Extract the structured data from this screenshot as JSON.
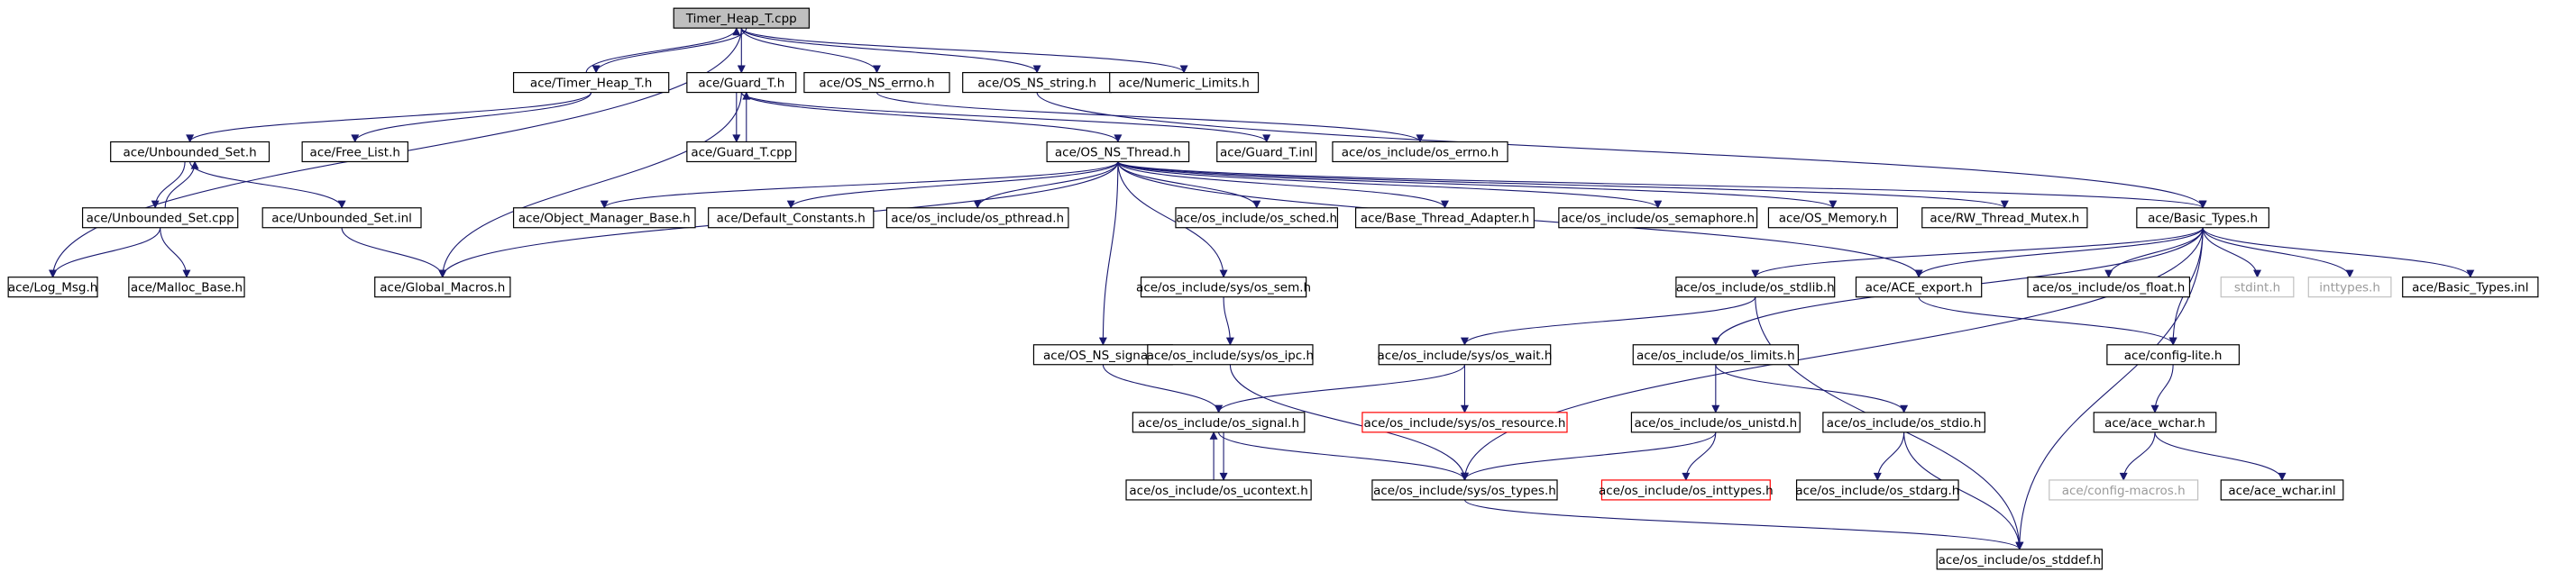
{
  "graph": {
    "nodes": [
      {
        "id": "timer_heap_cpp",
        "label": "Timer_Heap_T.cpp",
        "style": "root"
      },
      {
        "id": "timer_heap_h",
        "label": "ace/Timer_Heap_T.h",
        "style": "normal"
      },
      {
        "id": "guard_h",
        "label": "ace/Guard_T.h",
        "style": "normal"
      },
      {
        "id": "os_ns_errno",
        "label": "ace/OS_NS_errno.h",
        "style": "normal"
      },
      {
        "id": "os_ns_string",
        "label": "ace/OS_NS_string.h",
        "style": "normal"
      },
      {
        "id": "numeric_limits",
        "label": "ace/Numeric_Limits.h",
        "style": "normal"
      },
      {
        "id": "unbounded_set_h",
        "label": "ace/Unbounded_Set.h",
        "style": "normal"
      },
      {
        "id": "free_list",
        "label": "ace/Free_List.h",
        "style": "normal"
      },
      {
        "id": "guard_cpp",
        "label": "ace/Guard_T.cpp",
        "style": "normal"
      },
      {
        "id": "os_ns_thread",
        "label": "ace/OS_NS_Thread.h",
        "style": "normal"
      },
      {
        "id": "guard_inl",
        "label": "ace/Guard_T.inl",
        "style": "normal"
      },
      {
        "id": "os_errno",
        "label": "ace/os_include/os_errno.h",
        "style": "normal"
      },
      {
        "id": "unbounded_set_cpp",
        "label": "ace/Unbounded_Set.cpp",
        "style": "normal"
      },
      {
        "id": "unbounded_set_inl",
        "label": "ace/Unbounded_Set.inl",
        "style": "normal"
      },
      {
        "id": "object_manager_base",
        "label": "ace/Object_Manager_Base.h",
        "style": "normal"
      },
      {
        "id": "default_constants",
        "label": "ace/Default_Constants.h",
        "style": "normal"
      },
      {
        "id": "os_pthread",
        "label": "ace/os_include/os_pthread.h",
        "style": "normal"
      },
      {
        "id": "os_sched",
        "label": "ace/os_include/os_sched.h",
        "style": "normal"
      },
      {
        "id": "base_thread_adapter",
        "label": "ace/Base_Thread_Adapter.h",
        "style": "normal"
      },
      {
        "id": "os_semaphore",
        "label": "ace/os_include/os_semaphore.h",
        "style": "normal"
      },
      {
        "id": "os_memory",
        "label": "ace/OS_Memory.h",
        "style": "normal"
      },
      {
        "id": "rw_thread_mutex",
        "label": "ace/RW_Thread_Mutex.h",
        "style": "normal"
      },
      {
        "id": "basic_types_h",
        "label": "ace/Basic_Types.h",
        "style": "normal"
      },
      {
        "id": "log_msg",
        "label": "ace/Log_Msg.h",
        "style": "normal"
      },
      {
        "id": "malloc_base",
        "label": "ace/Malloc_Base.h",
        "style": "normal"
      },
      {
        "id": "global_macros",
        "label": "ace/Global_Macros.h",
        "style": "normal"
      },
      {
        "id": "os_sem",
        "label": "ace/os_include/sys/os_sem.h",
        "style": "normal"
      },
      {
        "id": "os_stdlib",
        "label": "ace/os_include/os_stdlib.h",
        "style": "normal"
      },
      {
        "id": "ace_export",
        "label": "ace/ACE_export.h",
        "style": "normal"
      },
      {
        "id": "os_float",
        "label": "ace/os_include/os_float.h",
        "style": "normal"
      },
      {
        "id": "stdint",
        "label": "stdint.h",
        "style": "gray"
      },
      {
        "id": "inttypes",
        "label": "inttypes.h",
        "style": "gray"
      },
      {
        "id": "basic_types_inl",
        "label": "ace/Basic_Types.inl",
        "style": "normal"
      },
      {
        "id": "os_ns_signal",
        "label": "ace/OS_NS_signal.h",
        "style": "normal"
      },
      {
        "id": "os_ipc",
        "label": "ace/os_include/sys/os_ipc.h",
        "style": "normal"
      },
      {
        "id": "os_wait",
        "label": "ace/os_include/sys/os_wait.h",
        "style": "normal"
      },
      {
        "id": "os_limits",
        "label": "ace/os_include/os_limits.h",
        "style": "normal"
      },
      {
        "id": "config_lite",
        "label": "ace/config-lite.h",
        "style": "normal"
      },
      {
        "id": "os_signal",
        "label": "ace/os_include/os_signal.h",
        "style": "normal"
      },
      {
        "id": "os_resource",
        "label": "ace/os_include/sys/os_resource.h",
        "style": "red"
      },
      {
        "id": "os_unistd",
        "label": "ace/os_include/os_unistd.h",
        "style": "normal"
      },
      {
        "id": "os_stdio",
        "label": "ace/os_include/os_stdio.h",
        "style": "normal"
      },
      {
        "id": "ace_wchar_h",
        "label": "ace/ace_wchar.h",
        "style": "normal"
      },
      {
        "id": "os_ucontext",
        "label": "ace/os_include/os_ucontext.h",
        "style": "normal"
      },
      {
        "id": "os_types",
        "label": "ace/os_include/sys/os_types.h",
        "style": "normal"
      },
      {
        "id": "os_inttypes",
        "label": "ace/os_include/os_inttypes.h",
        "style": "red"
      },
      {
        "id": "os_stdarg",
        "label": "ace/os_include/os_stdarg.h",
        "style": "normal"
      },
      {
        "id": "config_macros",
        "label": "ace/config-macros.h",
        "style": "gray"
      },
      {
        "id": "ace_wchar_inl",
        "label": "ace/ace_wchar.inl",
        "style": "normal"
      },
      {
        "id": "os_stddef",
        "label": "ace/os_include/os_stddef.h",
        "style": "normal"
      }
    ],
    "edges": [
      [
        "timer_heap_cpp",
        "timer_heap_h"
      ],
      [
        "timer_heap_h",
        "timer_heap_cpp"
      ],
      [
        "timer_heap_cpp",
        "guard_h"
      ],
      [
        "timer_heap_cpp",
        "os_ns_errno"
      ],
      [
        "timer_heap_cpp",
        "os_ns_string"
      ],
      [
        "timer_heap_cpp",
        "numeric_limits"
      ],
      [
        "timer_heap_cpp",
        "log_msg"
      ],
      [
        "timer_heap_h",
        "unbounded_set_h"
      ],
      [
        "timer_heap_h",
        "free_list"
      ],
      [
        "guard_h",
        "guard_cpp"
      ],
      [
        "guard_cpp",
        "guard_h"
      ],
      [
        "guard_h",
        "os_ns_thread"
      ],
      [
        "guard_h",
        "guard_inl"
      ],
      [
        "guard_h",
        "global_macros"
      ],
      [
        "os_ns_errno",
        "os_errno"
      ],
      [
        "os_ns_string",
        "basic_types_h"
      ],
      [
        "unbounded_set_h",
        "unbounded_set_cpp"
      ],
      [
        "unbounded_set_cpp",
        "unbounded_set_h"
      ],
      [
        "unbounded_set_h",
        "unbounded_set_inl"
      ],
      [
        "unbounded_set_cpp",
        "log_msg"
      ],
      [
        "unbounded_set_cpp",
        "malloc_base"
      ],
      [
        "unbounded_set_inl",
        "global_macros"
      ],
      [
        "os_ns_thread",
        "object_manager_base"
      ],
      [
        "os_ns_thread",
        "default_constants"
      ],
      [
        "os_ns_thread",
        "os_pthread"
      ],
      [
        "os_ns_thread",
        "os_sched"
      ],
      [
        "os_ns_thread",
        "base_thread_adapter"
      ],
      [
        "os_ns_thread",
        "os_semaphore"
      ],
      [
        "os_ns_thread",
        "os_memory"
      ],
      [
        "os_ns_thread",
        "rw_thread_mutex"
      ],
      [
        "os_ns_thread",
        "basic_types_h"
      ],
      [
        "os_ns_thread",
        "ace_export"
      ],
      [
        "os_ns_thread",
        "global_macros"
      ],
      [
        "os_ns_thread",
        "os_sem"
      ],
      [
        "os_ns_thread",
        "os_ns_signal"
      ],
      [
        "basic_types_h",
        "os_stdlib"
      ],
      [
        "basic_types_h",
        "ace_export"
      ],
      [
        "basic_types_h",
        "os_float"
      ],
      [
        "basic_types_h",
        "stdint"
      ],
      [
        "basic_types_h",
        "inttypes"
      ],
      [
        "basic_types_h",
        "basic_types_inl"
      ],
      [
        "basic_types_h",
        "os_limits"
      ],
      [
        "basic_types_h",
        "config_lite"
      ],
      [
        "basic_types_h",
        "os_types"
      ],
      [
        "basic_types_h",
        "os_stddef"
      ],
      [
        "os_sem",
        "os_ipc"
      ],
      [
        "os_ipc",
        "os_types"
      ],
      [
        "os_stdlib",
        "os_wait"
      ],
      [
        "os_stdlib",
        "os_stddef"
      ],
      [
        "os_wait",
        "os_signal"
      ],
      [
        "os_wait",
        "os_resource"
      ],
      [
        "os_ns_signal",
        "os_signal"
      ],
      [
        "os_signal",
        "os_ucontext"
      ],
      [
        "os_ucontext",
        "os_signal"
      ],
      [
        "os_signal",
        "os_types"
      ],
      [
        "os_limits",
        "os_unistd"
      ],
      [
        "os_limits",
        "os_stdio"
      ],
      [
        "os_unistd",
        "os_types"
      ],
      [
        "os_unistd",
        "os_inttypes"
      ],
      [
        "os_stdio",
        "os_stdarg"
      ],
      [
        "os_stdio",
        "os_stddef"
      ],
      [
        "os_types",
        "os_stddef"
      ],
      [
        "ace_export",
        "config_lite"
      ],
      [
        "config_lite",
        "ace_wchar_h"
      ],
      [
        "ace_wchar_h",
        "config_macros"
      ],
      [
        "ace_wchar_h",
        "ace_wchar_inl"
      ]
    ]
  }
}
